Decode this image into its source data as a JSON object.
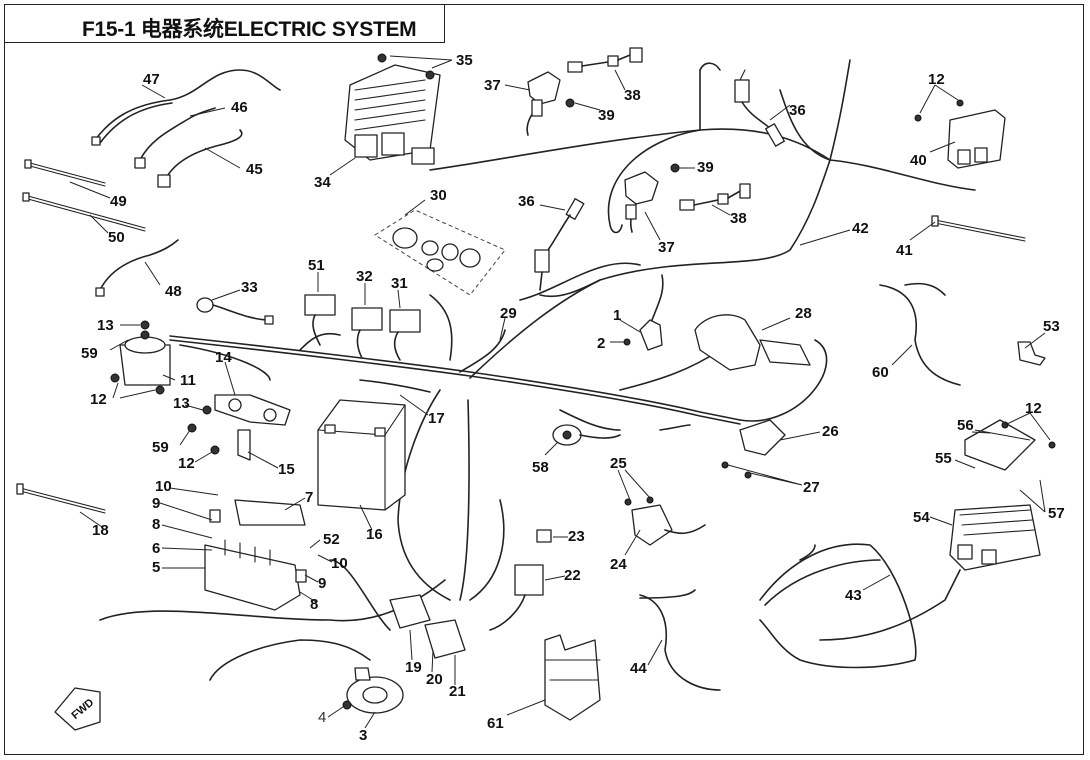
{
  "title": "F15-1 电器系统ELECTRIC SYSTEM",
  "labels": {
    "l1": "1",
    "l2": "2",
    "l3": "3",
    "l4": "4",
    "l5": "5",
    "l6": "6",
    "l7": "7",
    "l8a": "8",
    "l8b": "8",
    "l9a": "9",
    "l9b": "9",
    "l10a": "10",
    "l10b": "10",
    "l11": "11",
    "l12a": "12",
    "l12b": "12",
    "l12c": "12",
    "l12d": "12",
    "l13a": "13",
    "l13b": "13",
    "l14": "14",
    "l15": "15",
    "l16": "16",
    "l17": "17",
    "l18": "18",
    "l19": "19",
    "l20": "20",
    "l21": "21",
    "l22": "22",
    "l23": "23",
    "l24": "24",
    "l25": "25",
    "l26": "26",
    "l27": "27",
    "l28": "28",
    "l29": "29",
    "l30": "30",
    "l31": "31",
    "l32": "32",
    "l33": "33",
    "l34": "34",
    "l35": "35",
    "l36a": "36",
    "l36b": "36",
    "l37a": "37",
    "l37b": "37",
    "l38a": "38",
    "l38b": "38",
    "l39a": "39",
    "l39b": "39",
    "l40": "40",
    "l41": "41",
    "l42": "42",
    "l43": "43",
    "l44": "44",
    "l45": "45",
    "l46": "46",
    "l47": "47",
    "l48": "48",
    "l49": "49",
    "l50": "50",
    "l51": "51",
    "l52": "52",
    "l53": "53",
    "l54": "54",
    "l55": "55",
    "l56": "56",
    "l57": "57",
    "l58": "58",
    "l59a": "59",
    "l59b": "59",
    "l60": "60",
    "l61": "61"
  },
  "fwd_mark": "FWD"
}
